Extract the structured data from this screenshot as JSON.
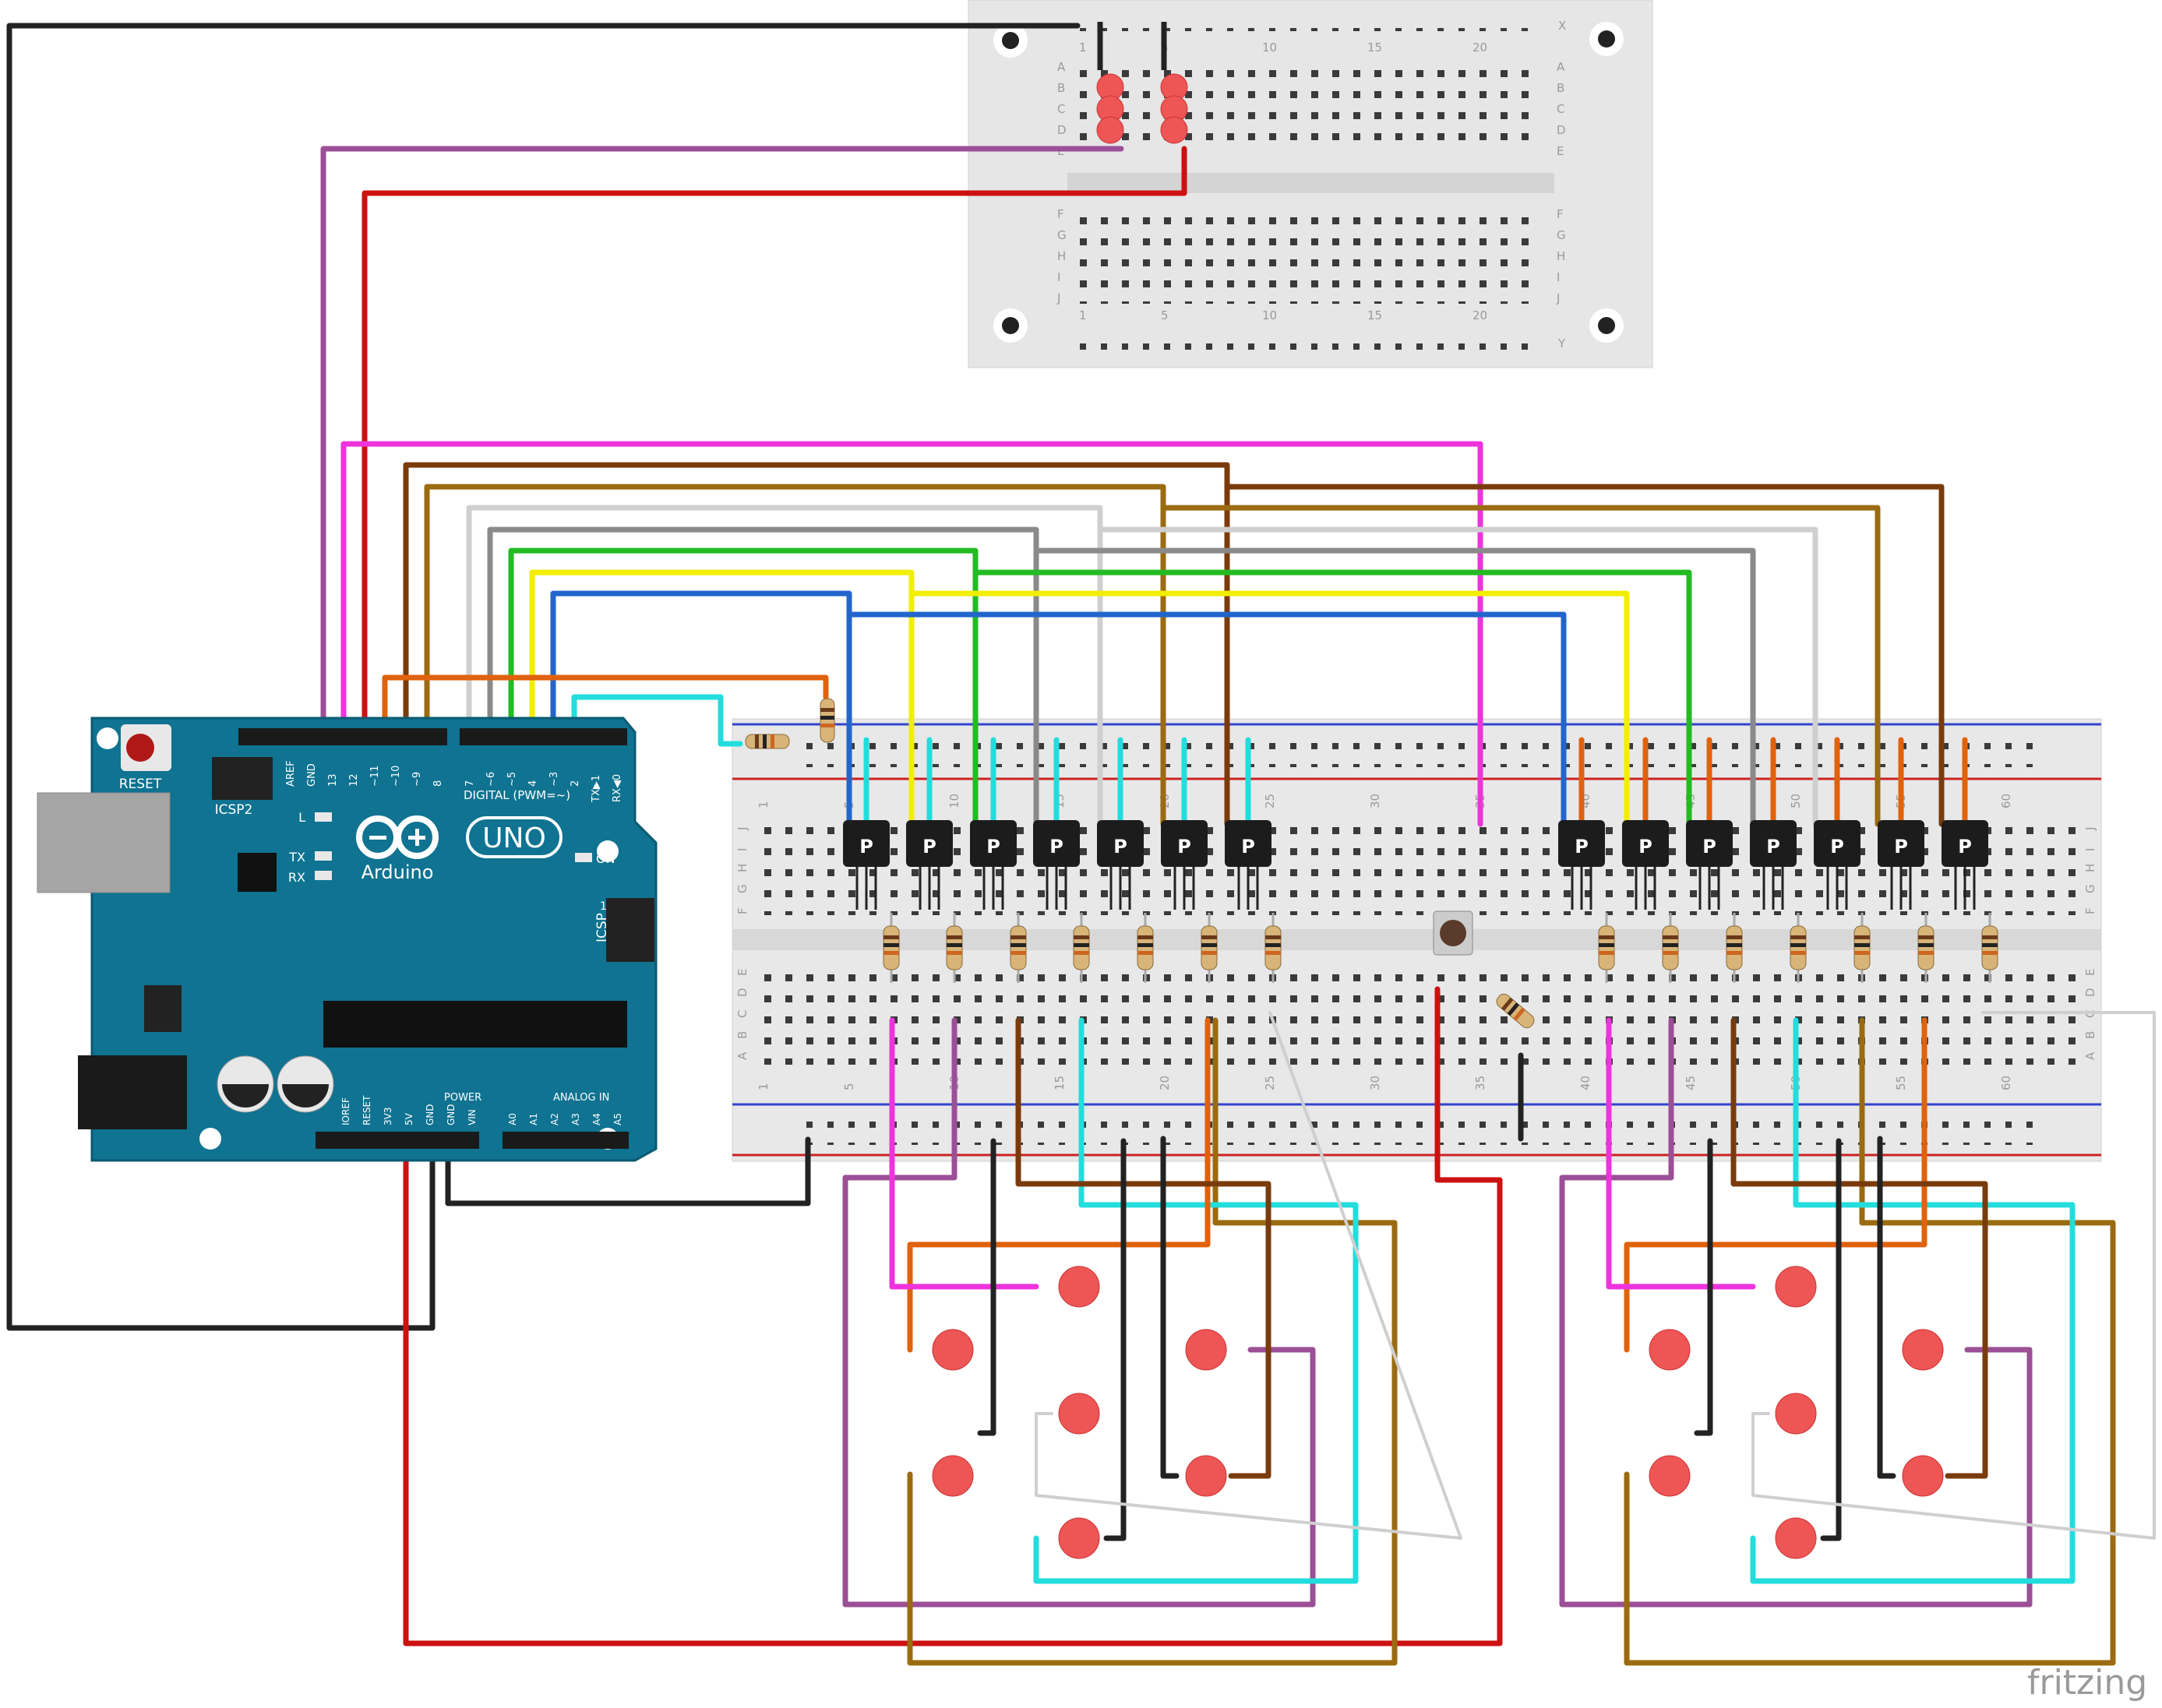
{
  "arduino": {
    "brand": "Arduino",
    "model": "UNO",
    "reset_label": "RESET",
    "icsp2_label": "ICSP2",
    "icsp_label": "ICSP",
    "digital_label": "DIGITAL (PWM=~)",
    "power_label": "POWER",
    "analog_label": "ANALOG IN",
    "led_l": "L",
    "led_tx": "TX",
    "led_rx": "RX",
    "led_on": "ON",
    "icsp_one": "1",
    "digital_pins": [
      "AREF",
      "GND",
      "13",
      "12",
      "~11",
      "~10",
      "~9",
      "8",
      "7",
      "~6",
      "~5",
      "4",
      "~3",
      "2",
      "TX▶1",
      "RX◀0"
    ],
    "power_pins": [
      "IOREF",
      "RESET",
      "3V3",
      "5V",
      "GND",
      "GND",
      "VIN"
    ],
    "analog_pins": [
      "A0",
      "A1",
      "A2",
      "A3",
      "A4",
      "A5"
    ]
  },
  "small_breadboard": {
    "columns": [
      "1",
      "5",
      "10",
      "15",
      "20"
    ],
    "rows_top": [
      "A",
      "B",
      "C",
      "D",
      "E"
    ],
    "rows_bottom": [
      "F",
      "G",
      "H",
      "I",
      "J"
    ],
    "rail_top": "X",
    "rail_bottom": "Y"
  },
  "large_breadboard": {
    "columns": [
      "1",
      "5",
      "10",
      "15",
      "20",
      "25",
      "30",
      "35",
      "40",
      "45",
      "50",
      "55",
      "60"
    ],
    "rows_top": [
      "J",
      "I",
      "H",
      "G",
      "F"
    ],
    "rows_bottom": [
      "E",
      "D",
      "C",
      "B",
      "A"
    ]
  },
  "transistor_mark": "P",
  "watermark": "fritzing",
  "colors": {
    "board_blue": "#0f7391",
    "breadboard": "#e8e8e8",
    "led": "#ee5555",
    "black": "#222222",
    "red": "#cc1111",
    "purple": "#9b4f96",
    "magenta": "#ee33dd",
    "brown": "#7a3b0c",
    "gold": "#9a6b10",
    "grey": "#8a8a8a",
    "white_wire": "#cfcfcf",
    "green": "#22bb22",
    "yellow": "#f2ee00",
    "blue": "#2266cc",
    "cyan": "#22dddd",
    "orange": "#e0620c"
  }
}
